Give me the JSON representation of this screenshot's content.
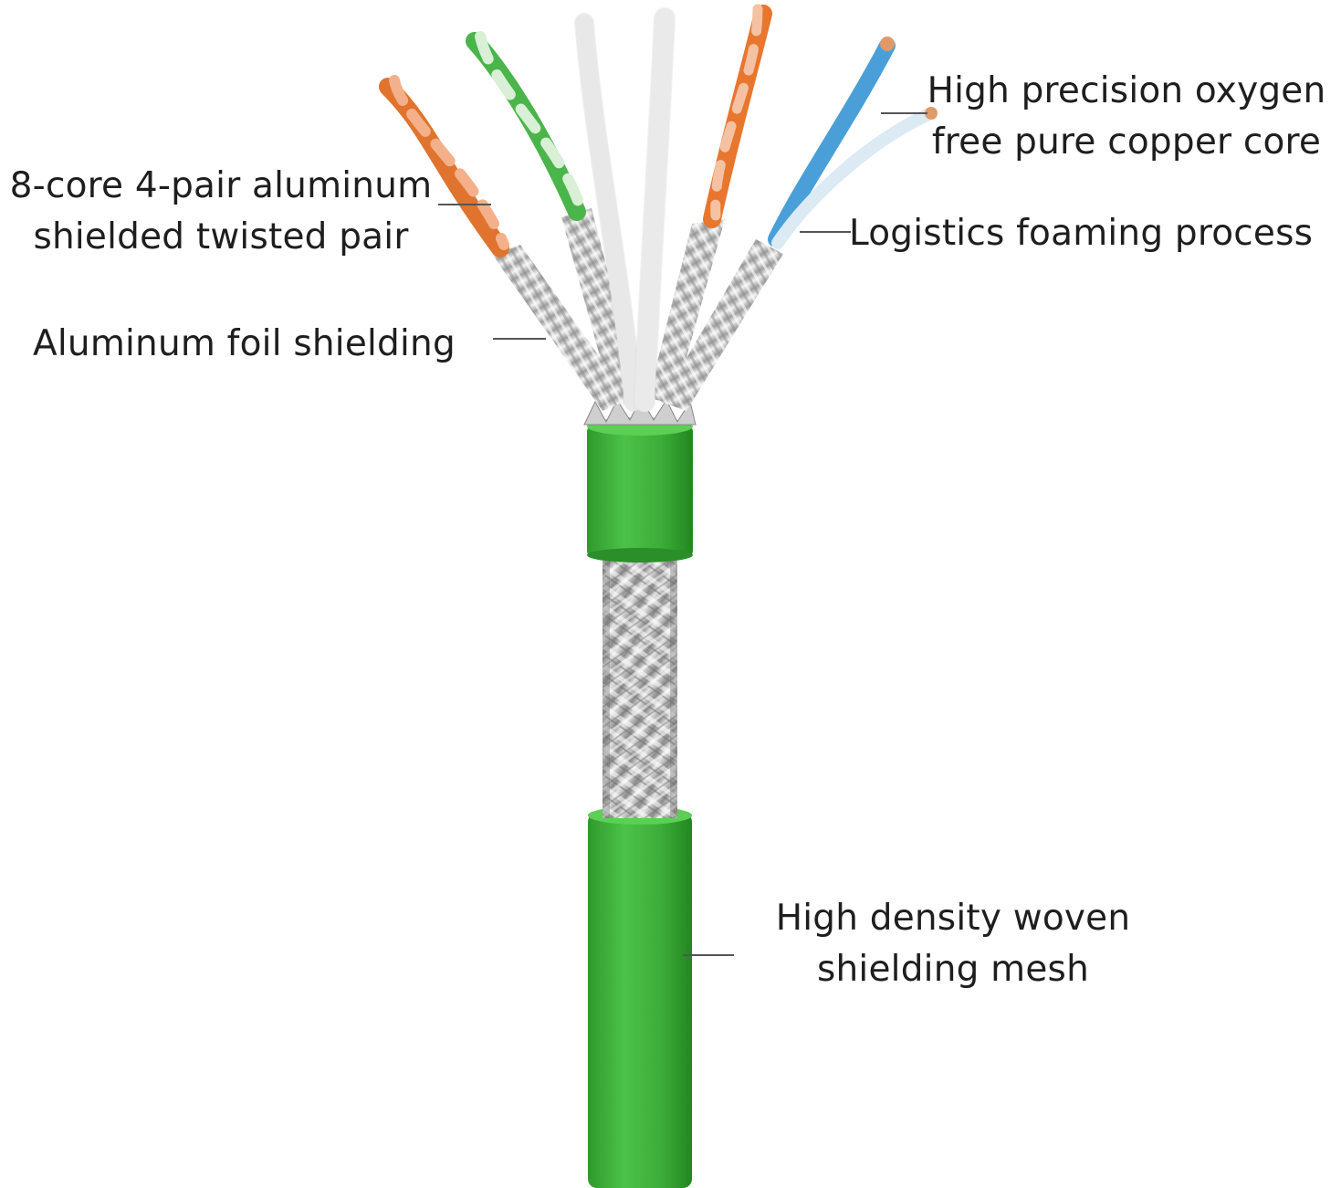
{
  "labels": {
    "copper_core": [
      "High precision oxygen",
      "free pure copper core"
    ],
    "twisted_pair": [
      "8-core 4-pair aluminum",
      "shielded twisted pair"
    ],
    "foaming": [
      "Logistics foaming process"
    ],
    "foil": [
      "Aluminum foil shielding"
    ],
    "mesh": [
      "High density woven",
      "shielding mesh"
    ]
  },
  "colors": {
    "jacket_green": "#3fb33a",
    "jacket_dark": "#2a8f28",
    "braid": "#b9b9b9",
    "foil": "#d6d6d6",
    "wire_orange": "#e0742e",
    "wire_green": "#49b54a",
    "wire_white": "#f2f2f2",
    "wire_blue": "#4a9fd8",
    "leader_line": "#555555"
  }
}
